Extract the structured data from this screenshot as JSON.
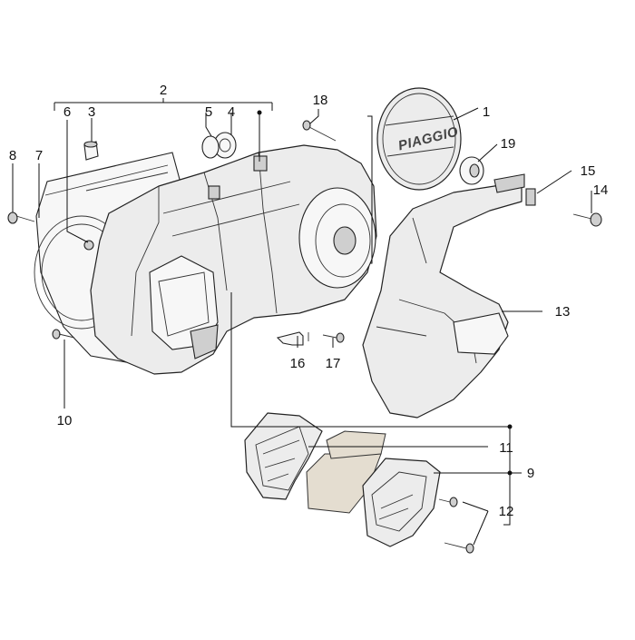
{
  "diagram": {
    "brand_mark": "PIAGGIO",
    "callouts": [
      {
        "id": "c1",
        "label": "1"
      },
      {
        "id": "c2",
        "label": "2"
      },
      {
        "id": "c3",
        "label": "3"
      },
      {
        "id": "c4",
        "label": "4"
      },
      {
        "id": "c5",
        "label": "5"
      },
      {
        "id": "c6",
        "label": "6"
      },
      {
        "id": "c7",
        "label": "7"
      },
      {
        "id": "c8",
        "label": "8"
      },
      {
        "id": "c9",
        "label": "9"
      },
      {
        "id": "c10",
        "label": "10"
      },
      {
        "id": "c11",
        "label": "11"
      },
      {
        "id": "c12",
        "label": "12"
      },
      {
        "id": "c13",
        "label": "13"
      },
      {
        "id": "c14",
        "label": "14"
      },
      {
        "id": "c15",
        "label": "15"
      },
      {
        "id": "c16",
        "label": "16"
      },
      {
        "id": "c17",
        "label": "17"
      },
      {
        "id": "c18",
        "label": "18"
      },
      {
        "id": "c19",
        "label": "19"
      }
    ]
  }
}
